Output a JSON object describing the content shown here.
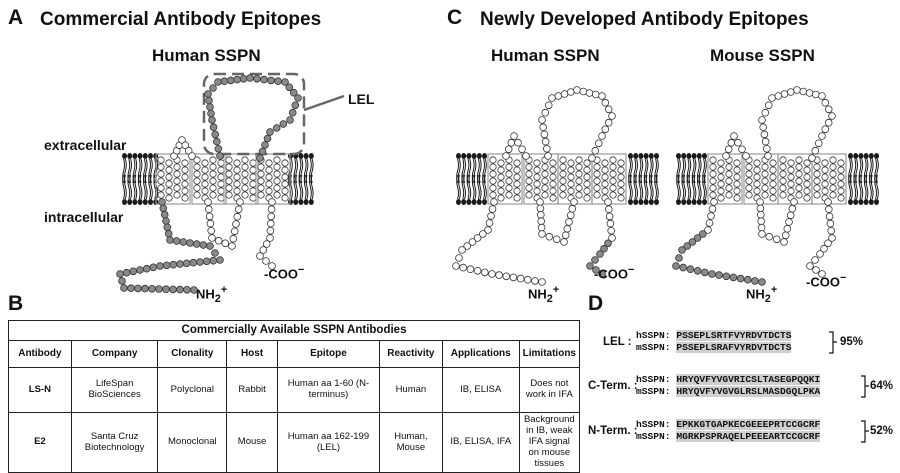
{
  "panelA": {
    "letter": "A",
    "title": "Commercial Antibody Epitopes",
    "subtitle": "Human SSPN",
    "lel_label": "LEL",
    "extracellular": "extracellular",
    "intracellular": "intracellular",
    "cterm": "-COO",
    "cterm_sup": "−",
    "nterm": "NH",
    "nterm_sub": "2",
    "nterm_sup": "+"
  },
  "panelC": {
    "letter": "C",
    "title": "Newly Developed Antibody Epitopes",
    "human_subtitle": "Human SSPN",
    "mouse_subtitle": "Mouse SSPN",
    "cterm": "-COO",
    "cterm_sup": "−",
    "nterm": "NH",
    "nterm_sub": "2",
    "nterm_sup": "+"
  },
  "panelB": {
    "letter": "B",
    "table_title": "Commercially Available SSPN Antibodies",
    "columns": [
      "Antibody",
      "Company",
      "Clonality",
      "Host",
      "Epitope",
      "Reactivity",
      "Applications",
      "Limitations"
    ],
    "rows": [
      [
        "LS-N",
        "LifeSpan BioSciences",
        "Polyclonal",
        "Rabbit",
        "Human aa 1-60 (N-terminus)",
        "Human",
        "IB, ELISA",
        "Does not work in IFA"
      ],
      [
        "E2",
        "Santa Cruz Biotechnology",
        "Monoclonal",
        "Mouse",
        "Human aa 162-199 (LEL)",
        "Human, Mouse",
        "IB, ELISA, IFA",
        "Background in IB, weak IFA signal on mouse tissues"
      ]
    ]
  },
  "panelD": {
    "letter": "D",
    "alignments": [
      {
        "label": "LEL :",
        "h_name": "hSSPN:",
        "h_seq": "PSSEPLSRTFVYRDVTDCTS",
        "m_name": "mSSPN:",
        "m_seq": "PSSEPLSRAFVYRDVTDCTS",
        "identity": "95%"
      },
      {
        "label": "C-Term. :",
        "h_name": "hSSPN:",
        "h_seq": "HRYQVFYVGVRICSLTASEGPQQKI",
        "m_name": "mSSPN:",
        "m_seq": "HRYQVFYVGVGLRSLMASDGQLPKA",
        "identity": "64%"
      },
      {
        "label": "N-Term. :",
        "h_name": "hSSPN:",
        "h_seq": "EPKKGTGAPKECGEEEPRTCCGCRF",
        "m_name": "mSSPN:",
        "m_seq": "MGRKPSPRAQELPEEEARTCCGCRF",
        "identity": "52%"
      }
    ]
  },
  "colors": {
    "lipid": "#1a1a1a",
    "tm_box": "#9a9a9a",
    "residue_open": "#ffffff",
    "residue_gray": "#8a8a8a",
    "alignment_highlight": "#cfcfcf"
  }
}
